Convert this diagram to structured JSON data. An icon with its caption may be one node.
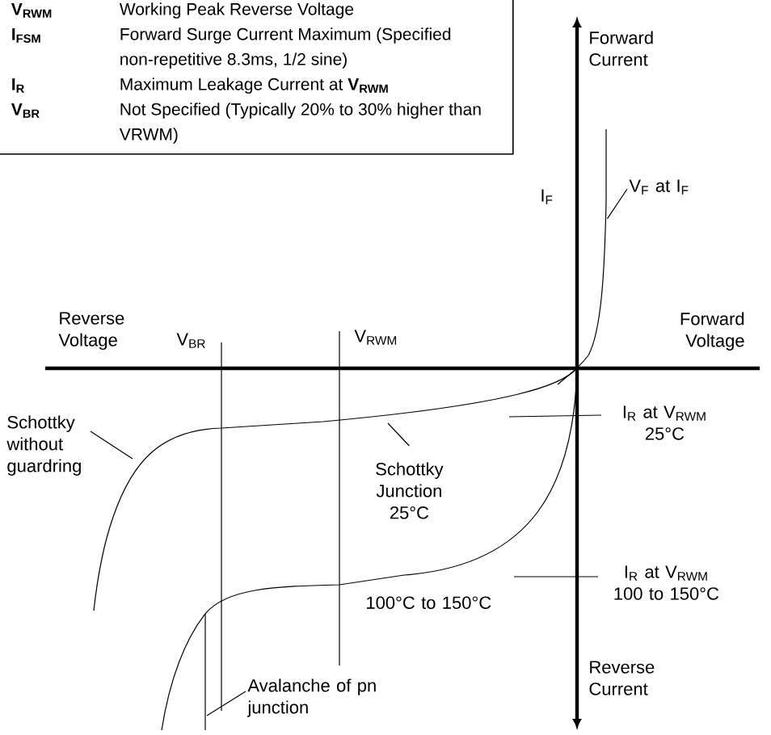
{
  "diagram": {
    "nodes": [
      {
        "text": [
          "V$_{RWM}$",
          "Working Peak Reverse Voltage",
          "I$_{FSM}$",
          "Forward Surge Current Maximum (Specified non-repetitive 8.3ms, 1/2 sine)",
          "I$_{R}$",
          "Maximum Leakage Current at **V$_{RWM}$**",
          "V$_{BR}$",
          "Not Specified (Typically 20% to 30% higher than VRWM)"
        ]
      },
      {
        "text": [
          "Schottky without guardring"
        ]
      },
      {
        "text": [
          "Schottky Junction 25°C"
        ]
      },
      {
        "text": [
          "I$_{R}$ at V$_{RWM}$ 25°C"
        ]
      },
      {
        "text": [
          "I$_{R}$ at V$_{RWM}$ 100 to 150°C"
        ]
      },
      {
        "text": [
          "V$_{F}$ at I$_{F}$"
        ]
      },
      {
        "text": [
          "Avalanche of pn junction"
        ]
      },
      {
        "text": [],
        "shape": "curve"
      }
    ],
    "edges": [
      {
        "from": 1,
        "to": null,
        "arrow": "none"
      },
      {
        "from": 2,
        "to": null,
        "arrow": "none"
      },
      {
        "from": 3,
        "to": null,
        "arrow": "none"
      },
      {
        "from": 4,
        "to": null,
        "arrow": "none"
      },
      {
        "from": 5,
        "to": 7,
        "arrow": "none"
      },
      {
        "from": 6,
        "to": null,
        "arrow": "none"
      }
    ],
    "labels": [
      "Forward Current",
      "I$_{F}$",
      "Forward Voltage",
      "Reverse Voltage",
      "V$_{BR}$",
      "V$_{RWM}$",
      "100°C to 150°C",
      "Reverse Current"
    ]
  }
}
